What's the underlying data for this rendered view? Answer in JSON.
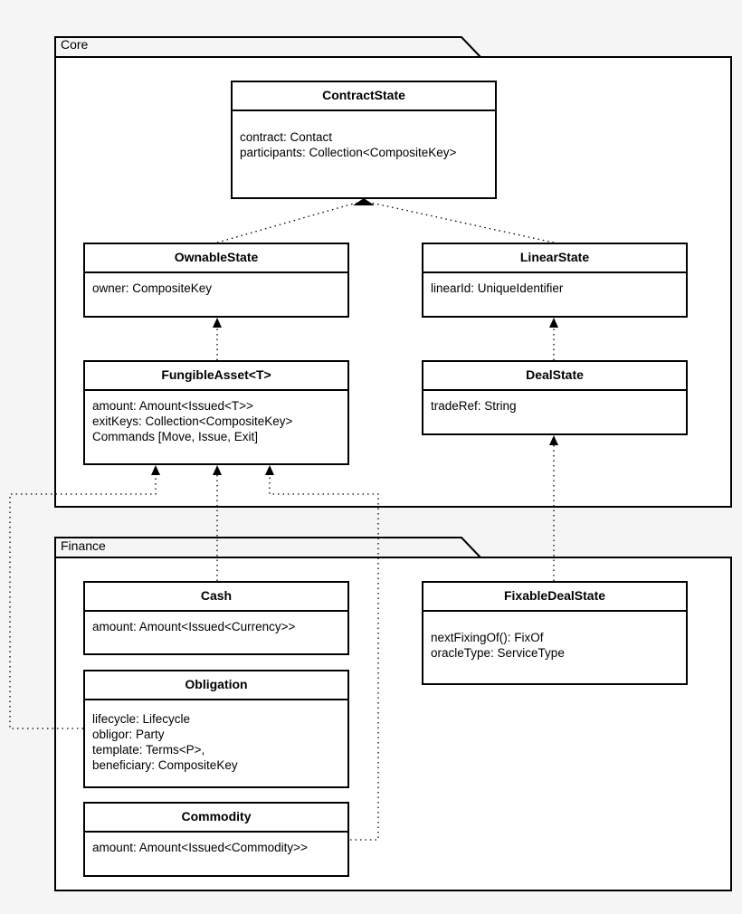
{
  "packages": {
    "core": {
      "label": "Core"
    },
    "finance": {
      "label": "Finance"
    }
  },
  "classes": {
    "contract_state": {
      "name": "ContractState",
      "attributes": [
        "contract: Contact",
        "participants: Collection<CompositeKey>"
      ]
    },
    "ownable_state": {
      "name": "OwnableState",
      "attributes": [
        "owner: CompositeKey"
      ]
    },
    "linear_state": {
      "name": "LinearState",
      "attributes": [
        "linearId: UniqueIdentifier"
      ]
    },
    "fungible_asset": {
      "name": "FungibleAsset<T>",
      "attributes": [
        "amount: Amount<Issued<T>>",
        "exitKeys: Collection<CompositeKey>",
        "Commands [Move, Issue, Exit]"
      ]
    },
    "deal_state": {
      "name": "DealState",
      "attributes": [
        "tradeRef: String"
      ]
    },
    "cash": {
      "name": "Cash",
      "attributes": [
        "amount: Amount<Issued<Currency>>"
      ]
    },
    "obligation": {
      "name": "Obligation",
      "attributes": [
        "lifecycle: Lifecycle",
        "obligor: Party",
        "template: Terms<P>,",
        "beneficiary: CompositeKey"
      ]
    },
    "commodity": {
      "name": "Commodity",
      "attributes": [
        "amount: Amount<Issued<Commodity>>"
      ]
    },
    "fixable_deal_state": {
      "name": "FixableDealState",
      "attributes": [
        "nextFixingOf(): FixOf",
        "oracleType: ServiceType"
      ]
    }
  }
}
